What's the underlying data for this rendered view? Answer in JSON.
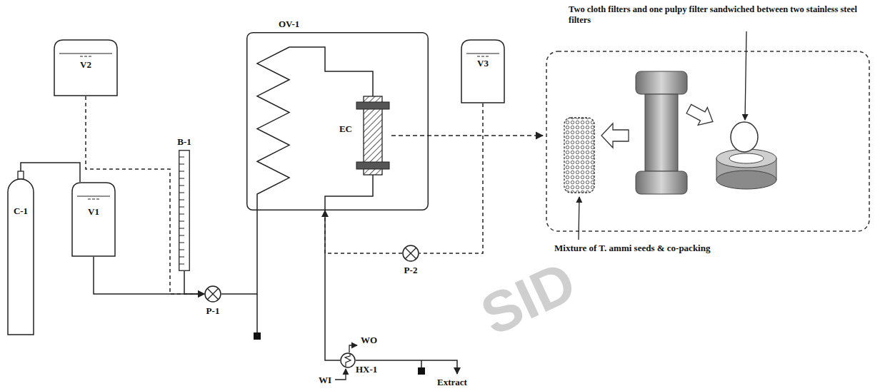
{
  "diagram": {
    "nodes": [
      {
        "text": [
          "V2"
        ]
      },
      {
        "text": [
          "OV-1"
        ]
      },
      {
        "text": [
          "EC"
        ],
        "in": 1
      },
      {
        "text": [
          "V3"
        ]
      },
      {
        "text": [
          "B-1"
        ]
      },
      {
        "text": [
          "C-1"
        ]
      },
      {
        "text": [
          "V1"
        ]
      },
      {
        "text": [
          "P-1"
        ]
      },
      {
        "text": [
          "P-2"
        ]
      },
      {
        "text": [
          "HX-1"
        ]
      }
    ],
    "edges": [
      {
        "from": 5,
        "to": 6,
        "arrow": "none"
      },
      {
        "from": 6,
        "to": 7,
        "arrow": "none"
      },
      {
        "from": 0,
        "to": 7,
        "arrow": "to"
      },
      {
        "from": 4,
        "to": 7,
        "arrow": "to"
      },
      {
        "from": 7,
        "to": 1,
        "arrow": "none"
      },
      {
        "from": 3,
        "to": 8,
        "arrow": "none"
      },
      {
        "from": 8,
        "to": 1,
        "arrow": "to"
      },
      {
        "from": 1,
        "to": 9,
        "arrow": "none"
      }
    ],
    "labels": [
      "WO",
      "WI",
      "Extract",
      "Two cloth filters and one pulpy filter sandwiched between two stainless steel filters",
      "Mixture of T. ammi seeds & co-packing",
      "SID"
    ]
  }
}
